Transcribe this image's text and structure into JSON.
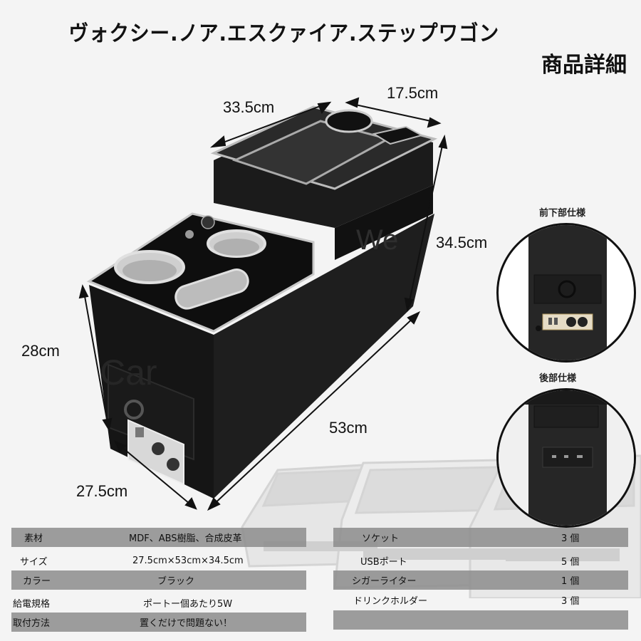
{
  "header": {
    "title": "ヴォクシー.ノア.エスクァイア.ステップワゴン",
    "subtitle": "商品詳細"
  },
  "dimensions": {
    "top_length": "33.5cm",
    "top_width": "17.5cm",
    "rear_height": "34.5cm",
    "front_height": "28cm",
    "total_length": "53cm",
    "front_width": "27.5cm"
  },
  "insets": {
    "front_lower": {
      "label": "前下部仕様"
    },
    "rear": {
      "label": "後部仕様"
    }
  },
  "specs_left": [
    {
      "key": "素材",
      "value": "MDF、ABS樹脂、合成皮革",
      "shaded": true
    },
    {
      "key": "サイズ",
      "value": "27.5cm×53cm×34.5cm",
      "shaded": false
    },
    {
      "key": "カラー",
      "value": "ブラック",
      "shaded": true
    },
    {
      "key": "給電規格",
      "value": "ポートー個あたり5W",
      "shaded": false
    },
    {
      "key": "取付方法",
      "value": "置くだけで問題ない！",
      "shaded": true
    }
  ],
  "specs_right": [
    {
      "key": "ソケット",
      "value": "3 個",
      "shaded": true
    },
    {
      "key": "USBポート",
      "value": "5 個",
      "shaded": false
    },
    {
      "key": "シガーライター",
      "value": "1 個",
      "shaded": true
    },
    {
      "key": "ドリンクホルダー",
      "value": "3 個",
      "shaded": false
    },
    {
      "key": "",
      "value": "",
      "shaded": true
    }
  ],
  "colors": {
    "background": "#f4f4f4",
    "product_black": "#1a1a1a",
    "chrome": "#c8c8c8",
    "table_shade": "#8c8c8c"
  }
}
